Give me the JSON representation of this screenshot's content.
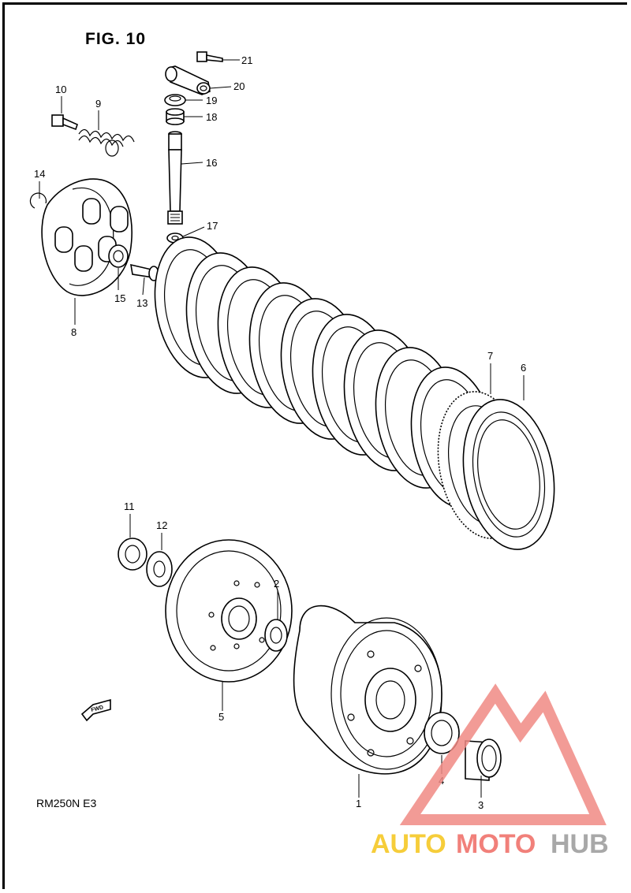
{
  "figure": {
    "title": "FIG. 10"
  },
  "model": {
    "code": "RM250N  E3"
  },
  "fwd_arrow": {
    "text": "FWD"
  },
  "watermark": {
    "part1": "AUTO",
    "part2": "MOTO",
    "part3": "HUB",
    "colors": {
      "part1": "#f5c518",
      "part2": "#ef6a63",
      "part3": "#9a9a9a",
      "triangle": "#f08a84"
    }
  },
  "callouts": [
    {
      "id": "c21",
      "number": "21"
    },
    {
      "id": "c20",
      "number": "20"
    },
    {
      "id": "c19",
      "number": "19"
    },
    {
      "id": "c18",
      "number": "18"
    },
    {
      "id": "c16",
      "number": "16"
    },
    {
      "id": "c17",
      "number": "17"
    },
    {
      "id": "c10",
      "number": "10"
    },
    {
      "id": "c9",
      "number": "9"
    },
    {
      "id": "c14",
      "number": "14"
    },
    {
      "id": "c15",
      "number": "15"
    },
    {
      "id": "c13",
      "number": "13"
    },
    {
      "id": "c8",
      "number": "8"
    },
    {
      "id": "c7",
      "number": "7"
    },
    {
      "id": "c6",
      "number": "6"
    },
    {
      "id": "c11",
      "number": "11"
    },
    {
      "id": "c12",
      "number": "12"
    },
    {
      "id": "c2",
      "number": "2"
    },
    {
      "id": "c5",
      "number": "5"
    },
    {
      "id": "c4",
      "number": "4"
    },
    {
      "id": "c3",
      "number": "3"
    },
    {
      "id": "c1",
      "number": "1"
    }
  ]
}
